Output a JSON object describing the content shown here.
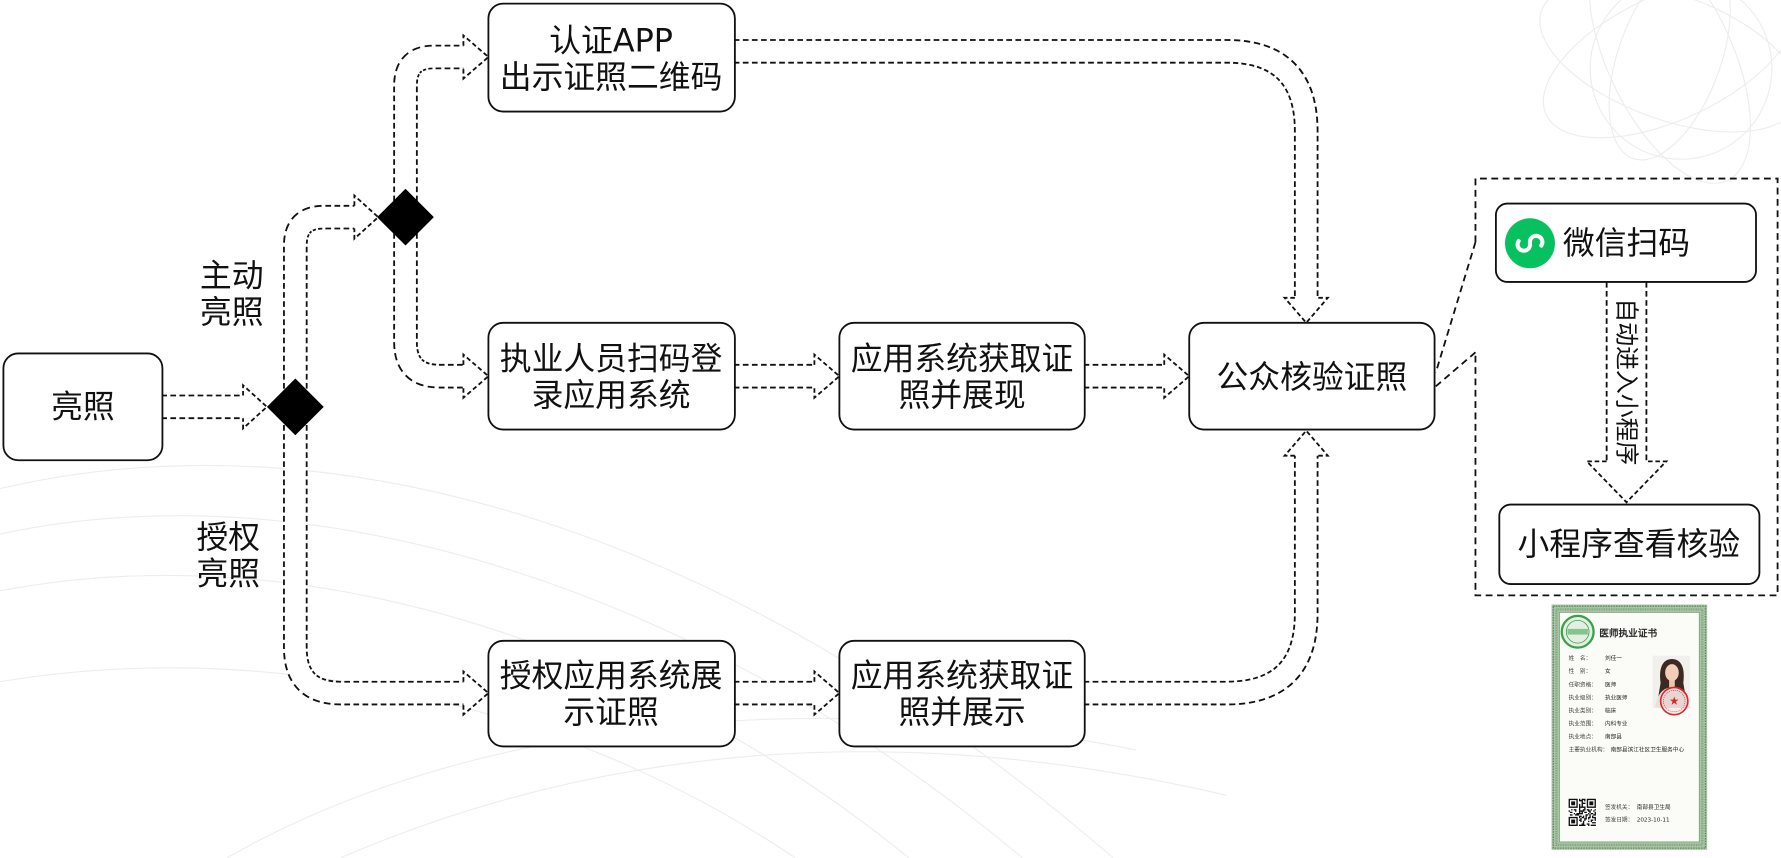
{
  "nodes": {
    "start": {
      "label": "亮照"
    },
    "auth_app": {
      "lines": [
        "认证APP",
        "出示证照二维码"
      ]
    },
    "staff_scan": {
      "lines": [
        "执业人员扫码登",
        "录应用系统"
      ]
    },
    "system_fetch_show": {
      "lines": [
        "应用系统获取证",
        "照并展现"
      ]
    },
    "public_verify": {
      "label": "公众核验证照"
    },
    "authorized_app": {
      "lines": [
        "授权应用系统展",
        "示证照"
      ]
    },
    "system_fetch_display": {
      "lines": [
        "应用系统获取证",
        "照并展示"
      ]
    },
    "wechat_scan": {
      "label": "微信扫码",
      "icon": "wechat-miniprogram-icon"
    },
    "miniprogram_verify": {
      "label": "小程序查看核验"
    }
  },
  "branch_labels": {
    "active": [
      "主动",
      "亮照"
    ],
    "authorized": [
      "授权",
      "亮照"
    ]
  },
  "edge_labels": {
    "auto_enter_miniprogram": "自动进入小程序"
  },
  "certificate": {
    "title": "医师执业证书",
    "fields": [
      {
        "label": "姓　名：",
        "value": "刘佳一"
      },
      {
        "label": "性　别：",
        "value": "女"
      },
      {
        "label": "任职资格：",
        "value": "医师"
      },
      {
        "label": "执业级别：",
        "value": "执业医师"
      },
      {
        "label": "执业类别：",
        "value": "临床"
      },
      {
        "label": "执业范围：",
        "value": "内科专业"
      },
      {
        "label": "执业地点：",
        "value": "南部县"
      },
      {
        "label": "主要执业机构：",
        "value": "南部县滨江社区卫生服务中心"
      }
    ],
    "issuer_label": "签发机关：",
    "issuer": "南部县卫生局",
    "date_label": "签发日期：",
    "date": "2023-10-11",
    "icons": [
      "approval-seal-icon",
      "portrait-photo",
      "red-stamp-icon",
      "qr-code-icon"
    ]
  },
  "colors": {
    "line": "#111111",
    "wechat_green": "#07C160",
    "certificate_green": "#6f9e6c",
    "seal_green": "#3aa04b",
    "stamp_red": "#d8282c"
  }
}
